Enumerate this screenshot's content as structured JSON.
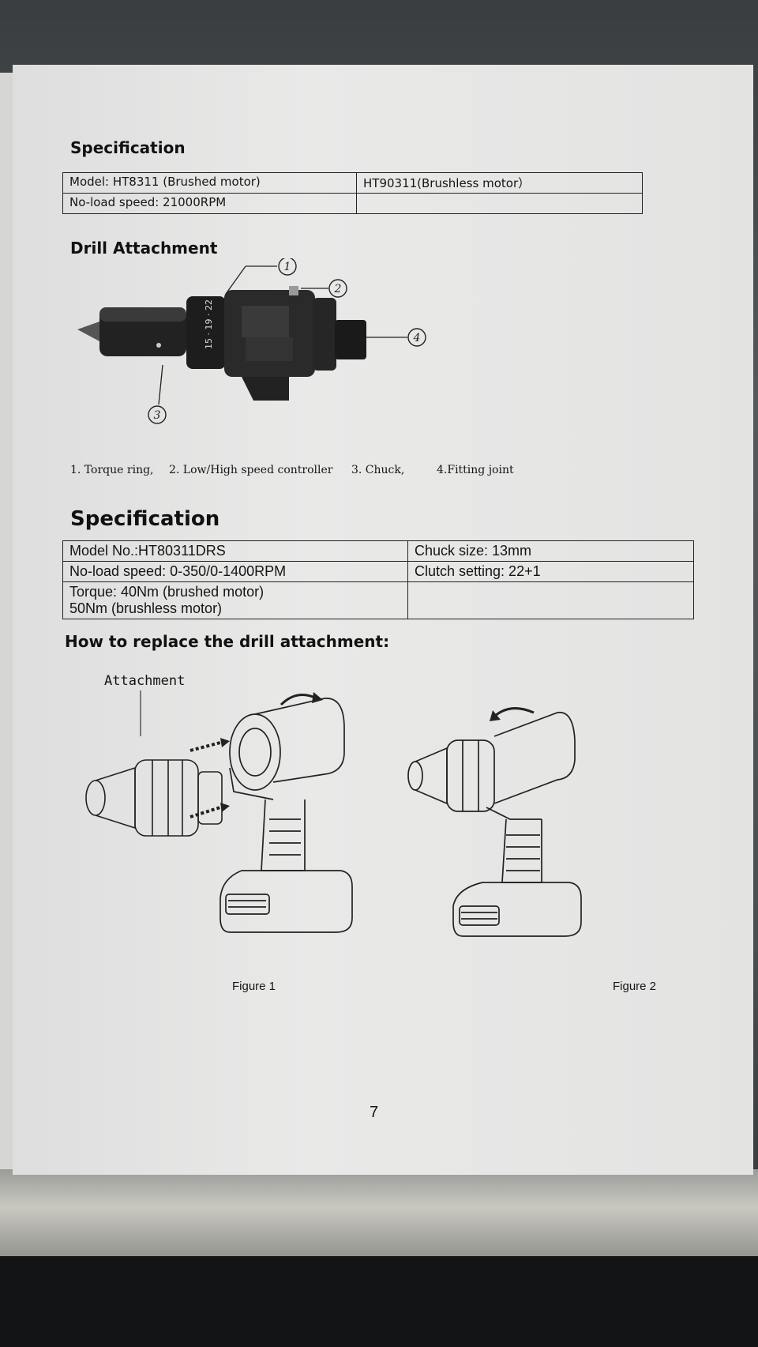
{
  "spec_top": {
    "heading": "Specification",
    "row1": {
      "col1": "Model: HT8311 (Brushed motor)",
      "col2": "HT90311(Brushless motor）"
    },
    "row2": {
      "col1": "No-load speed: 21000RPM",
      "col2": ""
    }
  },
  "drill_attachment": {
    "heading": "Drill Attachment",
    "callouts": [
      "1",
      "2",
      "3",
      "4"
    ],
    "captions": [
      "1. Torque ring,",
      "2. Low/High speed controller",
      "3. Chuck,",
      "4.Fitting joint"
    ]
  },
  "spec_main": {
    "heading": "Specification",
    "rows": [
      {
        "left": "Model No.:HT80311DRS",
        "right": "Chuck size: 13mm"
      },
      {
        "left": "No-load speed: 0-350/0-1400RPM",
        "right": "Clutch setting: 22+1"
      },
      {
        "left_line1": "Torque: 40Nm (brushed motor)",
        "left_line2": "50Nm (brushless motor)",
        "right": ""
      }
    ]
  },
  "replace": {
    "heading": "How to replace the drill attachment:",
    "attachment_label": "Attachment",
    "figure1": "Figure 1",
    "figure2": "Figure 2"
  },
  "page_number": "7"
}
